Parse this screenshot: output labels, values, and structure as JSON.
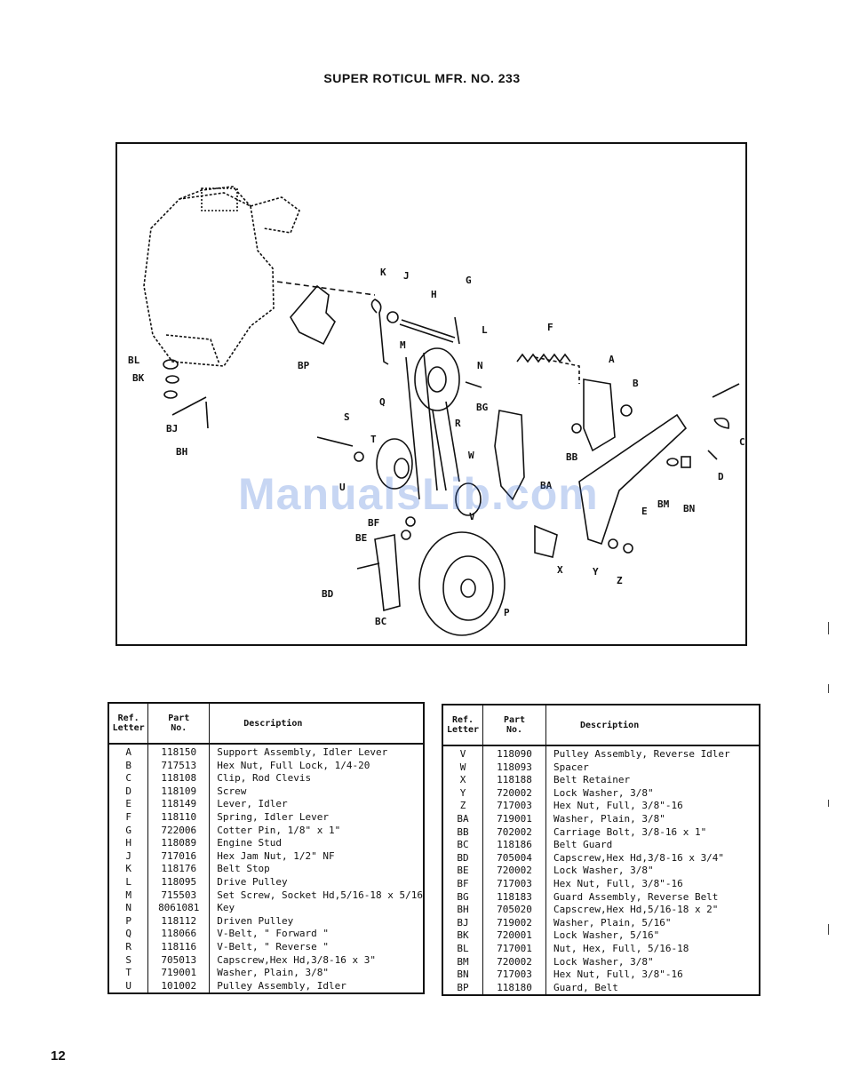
{
  "title": "SUPER ROTICUL MFR. NO. 233",
  "watermark": "ManualsLib.com",
  "page_number": "12",
  "callouts": [
    "BL",
    "BK",
    "BJ",
    "BH",
    "BP",
    "K",
    "J",
    "H",
    "G",
    "M",
    "L",
    "F",
    "N",
    "A",
    "B",
    "BB",
    "BG",
    "S",
    "T",
    "Q",
    "R",
    "U",
    "W",
    "BA",
    "V",
    "BF",
    "BE",
    "BD",
    "BC",
    "P",
    "X",
    "Y",
    "Z",
    "E",
    "BM",
    "BN",
    "C",
    "D"
  ],
  "left_table": {
    "headers": {
      "ref": [
        "Ref.",
        "Letter"
      ],
      "part": [
        "Part",
        "No."
      ],
      "desc": "Description"
    },
    "rows": [
      [
        "A",
        "118150",
        "Support Assembly, Idler Lever"
      ],
      [
        "B",
        "717513",
        "Hex Nut, Full Lock, 1/4-20"
      ],
      [
        "C",
        "118108",
        "Clip, Rod Clevis"
      ],
      [
        "D",
        "118109",
        "Screw"
      ],
      [
        "E",
        "118149",
        "Lever, Idler"
      ],
      [
        "F",
        "118110",
        "Spring, Idler Lever"
      ],
      [
        "G",
        "722006",
        "Cotter Pin, 1/8\" x 1\""
      ],
      [
        "H",
        "118089",
        "Engine Stud"
      ],
      [
        "J",
        "717016",
        "Hex Jam Nut, 1/2\" NF"
      ],
      [
        "K",
        "118176",
        "Belt Stop"
      ],
      [
        "L",
        "118095",
        "Drive Pulley"
      ],
      [
        "M",
        "715503",
        "Set Screw, Socket Hd,5/16-18 x 5/16"
      ],
      [
        "N",
        "8061081",
        "Key"
      ],
      [
        "P",
        "118112",
        "Driven Pulley"
      ],
      [
        "Q",
        "118066",
        "V-Belt, \" Forward \""
      ],
      [
        "R",
        "118116",
        "V-Belt, \" Reverse \""
      ],
      [
        "S",
        "705013",
        "Capscrew,Hex Hd,3/8-16 x 3\""
      ],
      [
        "T",
        "719001",
        "Washer, Plain, 3/8\""
      ],
      [
        "U",
        "101002",
        "Pulley Assembly, Idler"
      ]
    ]
  },
  "right_table": {
    "headers": {
      "ref": [
        "Ref.",
        "Letter"
      ],
      "part": [
        "Part",
        "No."
      ],
      "desc": "Description"
    },
    "rows": [
      [
        "V",
        "118090",
        "Pulley Assembly, Reverse Idler"
      ],
      [
        "W",
        "118093",
        "Spacer"
      ],
      [
        "X",
        "118188",
        "Belt Retainer"
      ],
      [
        "Y",
        "720002",
        "Lock Washer, 3/8\""
      ],
      [
        "Z",
        "717003",
        "Hex Nut, Full, 3/8\"-16"
      ],
      [
        "BA",
        "719001",
        "Washer, Plain, 3/8\""
      ],
      [
        "BB",
        "702002",
        "Carriage Bolt, 3/8-16 x 1\""
      ],
      [
        "BC",
        "118186",
        "Belt Guard"
      ],
      [
        "BD",
        "705004",
        "Capscrew,Hex Hd,3/8-16 x 3/4\""
      ],
      [
        "BE",
        "720002",
        "Lock Washer, 3/8\""
      ],
      [
        "BF",
        "717003",
        "Hex Nut, Full, 3/8\"-16"
      ],
      [
        "BG",
        "118183",
        "Guard Assembly, Reverse Belt"
      ],
      [
        "BH",
        "705020",
        "Capscrew,Hex Hd,5/16-18 x 2\""
      ],
      [
        "BJ",
        "719002",
        "Washer, Plain, 5/16\""
      ],
      [
        "BK",
        "720001",
        "Lock Washer, 5/16\""
      ],
      [
        "BL",
        "717001",
        "Nut, Hex, Full, 5/16-18"
      ],
      [
        "BM",
        "720002",
        "Lock Washer, 3/8\""
      ],
      [
        "BN",
        "717003",
        "Hex Nut, Full, 3/8\"-16"
      ],
      [
        "BP",
        "118180",
        "Guard, Belt"
      ]
    ]
  }
}
